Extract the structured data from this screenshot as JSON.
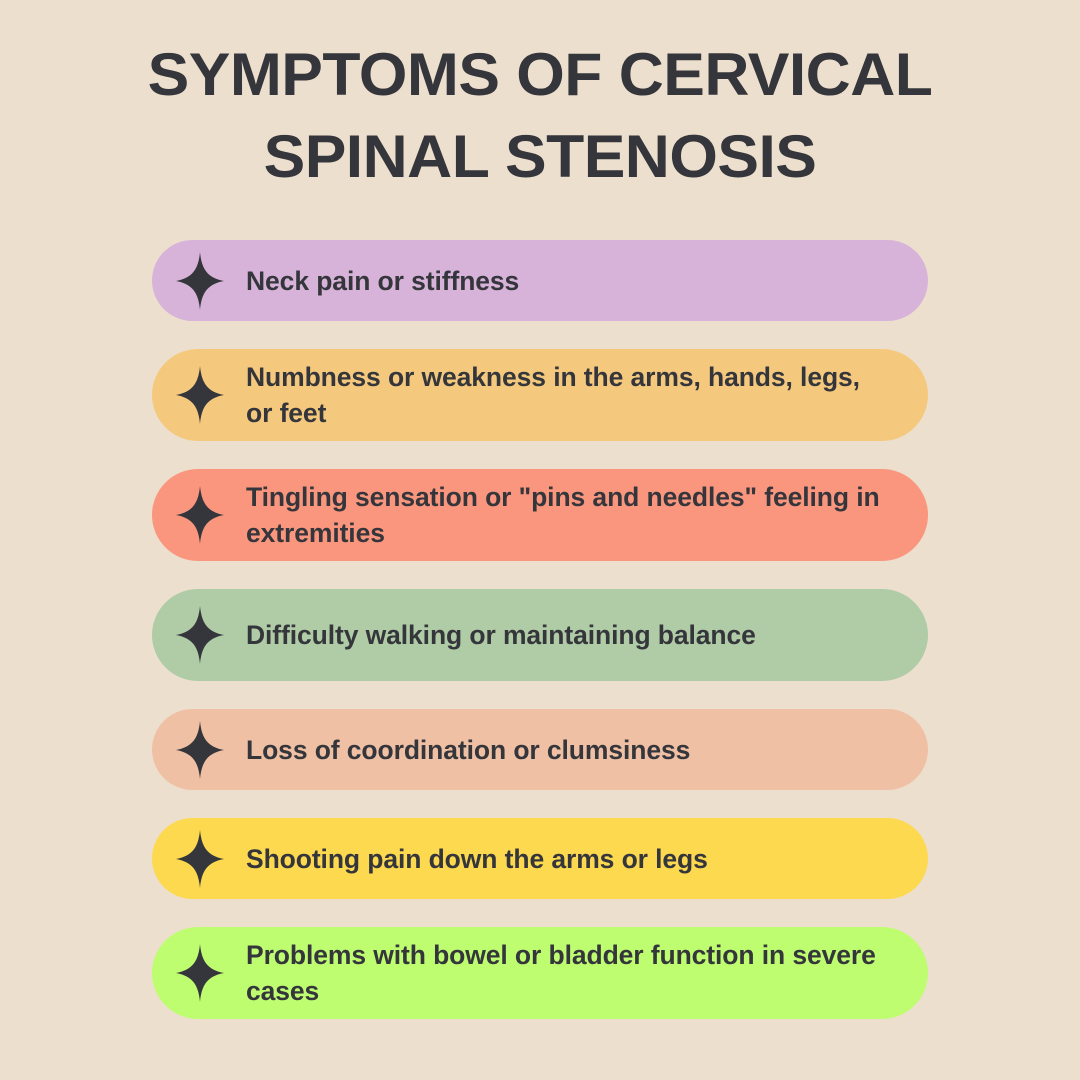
{
  "page": {
    "background_color": "#EDDFCE",
    "text_color": "#35363B"
  },
  "header": {
    "title_line_1": "SYMPTOMS OF CERVICAL",
    "title_line_2": "SPINAL STENOSIS"
  },
  "symptoms": [
    {
      "text": "Neck pain or stiffness",
      "color": "#D7B3DA",
      "icon": "sparkle-icon"
    },
    {
      "text": "Numbness or weakness in the arms, hands, legs, or feet",
      "color": "#F5C97D",
      "icon": "sparkle-icon"
    },
    {
      "text": "Tingling sensation or \"pins and needles\" feeling in extremities",
      "color": "#FA967E",
      "icon": "sparkle-icon"
    },
    {
      "text": "Difficulty walking or maintaining balance",
      "color": "#AFCCA6",
      "icon": "sparkle-icon"
    },
    {
      "text": "Loss of coordination or clumsiness",
      "color": "#EFC0A4",
      "icon": "sparkle-icon"
    },
    {
      "text": "Shooting pain down the arms or legs",
      "color": "#FCD94F",
      "icon": "sparkle-icon"
    },
    {
      "text": "Problems with bowel or bladder function in severe cases",
      "color": "#BEFD70",
      "icon": "sparkle-icon"
    }
  ]
}
